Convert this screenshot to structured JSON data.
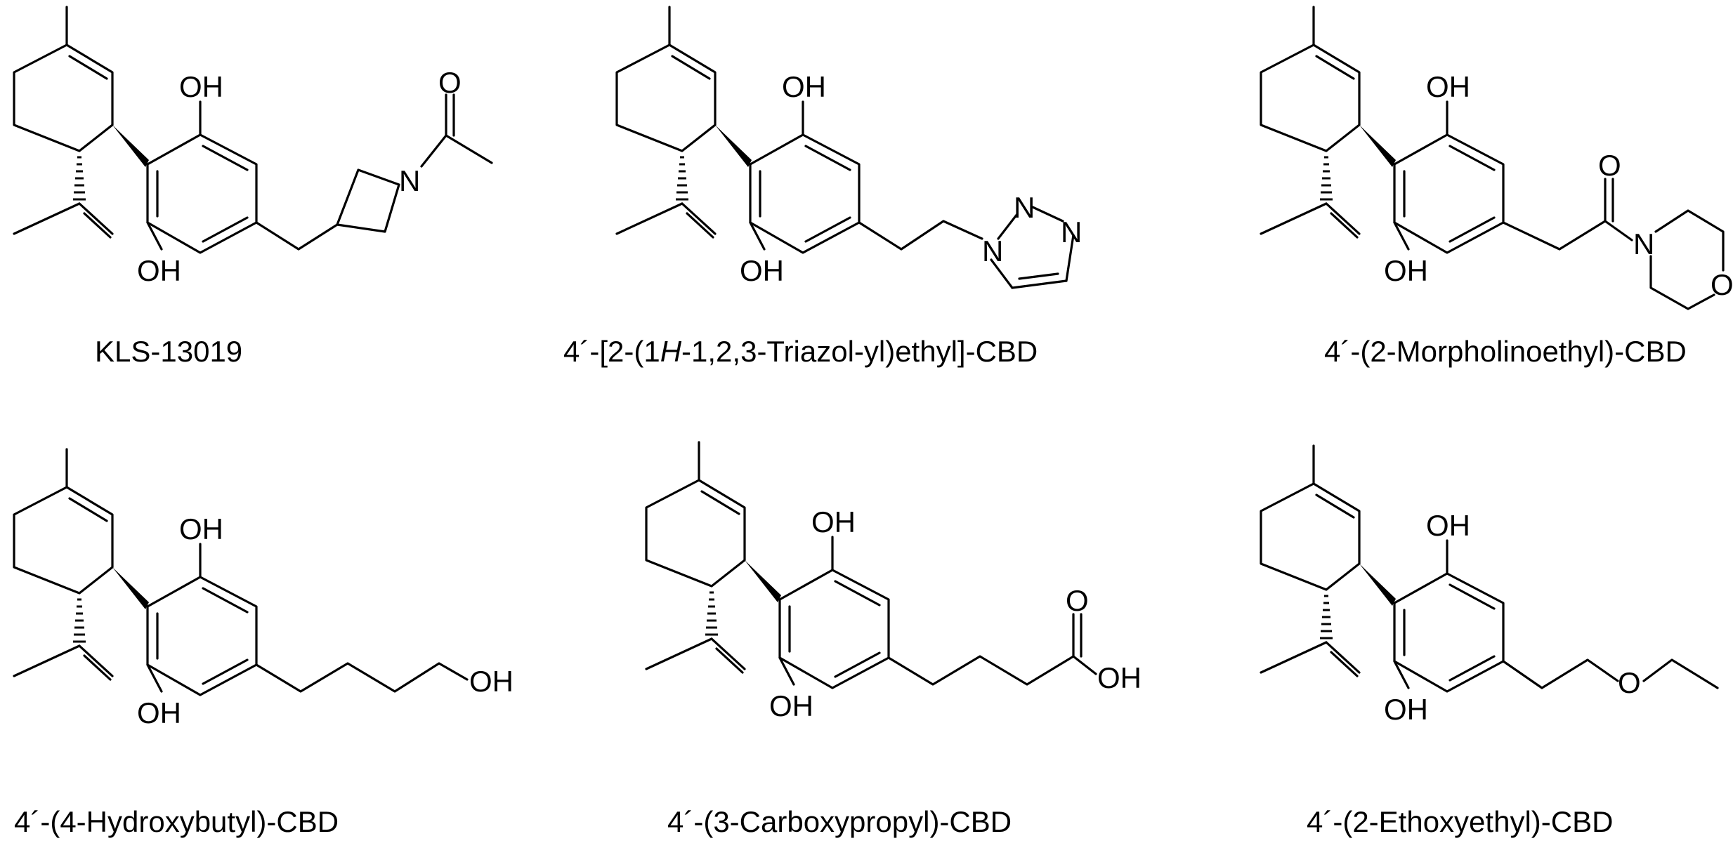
{
  "colors": {
    "ink": "#000000",
    "background": "#ffffff"
  },
  "molecules": [
    {
      "id": "kls",
      "name": "KLS-13019",
      "labels": {
        "oh_top": "OH",
        "oh_bottom": "OH",
        "n": "N",
        "o": "O"
      }
    },
    {
      "id": "triazol",
      "name_parts": [
        "4´-[2-(1",
        "H",
        "-1,2,3-Triazol-yl)ethyl]-CBD"
      ],
      "labels": {
        "oh_top": "OH",
        "oh_bottom": "OH",
        "n1": "N",
        "n2": "N",
        "n3": "N"
      }
    },
    {
      "id": "morpholino",
      "name": "4´-(2-Morpholinoethyl)-CBD",
      "labels": {
        "oh_top": "OH",
        "oh_bottom": "OH",
        "o_carbonyl": "O",
        "n": "N",
        "o_ring": "O"
      }
    },
    {
      "id": "hydroxybutyl",
      "name": "4´-(4-Hydroxybutyl)-CBD",
      "labels": {
        "oh_top": "OH",
        "oh_bottom": "OH",
        "oh_end": "OH"
      }
    },
    {
      "id": "carboxypropyl",
      "name": "4´-(3-Carboxypropyl)-CBD",
      "labels": {
        "oh_top": "OH",
        "oh_bottom": "OH",
        "o_carbonyl": "O",
        "oh_acid": "OH"
      }
    },
    {
      "id": "ethoxyethyl",
      "name": "4´-(2-Ethoxyethyl)-CBD",
      "labels": {
        "oh_top": "OH",
        "oh_bottom": "OH",
        "o_ether": "O"
      }
    }
  ]
}
